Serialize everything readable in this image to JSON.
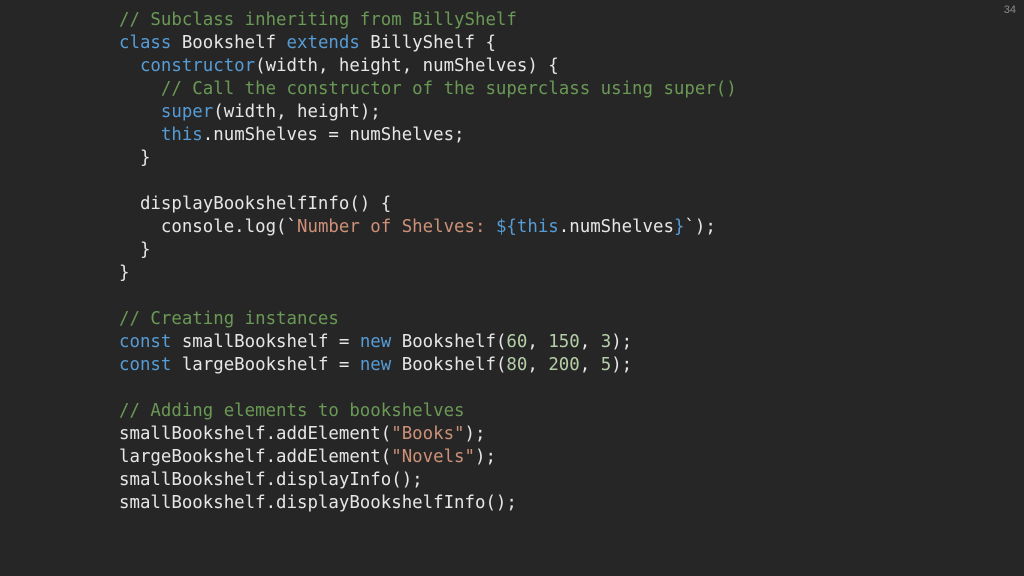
{
  "page_number": "34",
  "code_lines": [
    [
      {
        "t": "// Subclass inheriting from BillyShelf",
        "k": "c"
      }
    ],
    [
      {
        "t": "class",
        "k": "k"
      },
      {
        "t": " Bookshelf ",
        "k": "t"
      },
      {
        "t": "extends",
        "k": "k"
      },
      {
        "t": " BillyShelf {",
        "k": "t"
      }
    ],
    [
      {
        "t": "  ",
        "k": "t"
      },
      {
        "t": "constructor",
        "k": "k"
      },
      {
        "t": "(width, height, numShelves) {",
        "k": "t"
      }
    ],
    [
      {
        "t": "    ",
        "k": "t"
      },
      {
        "t": "// Call the constructor of the superclass using super()",
        "k": "c"
      }
    ],
    [
      {
        "t": "    ",
        "k": "t"
      },
      {
        "t": "super",
        "k": "k"
      },
      {
        "t": "(width, height);",
        "k": "t"
      }
    ],
    [
      {
        "t": "    ",
        "k": "t"
      },
      {
        "t": "this",
        "k": "k"
      },
      {
        "t": ".numShelves = numShelves;",
        "k": "t"
      }
    ],
    [
      {
        "t": "  }",
        "k": "t"
      }
    ],
    [
      {
        "t": "",
        "k": "t"
      }
    ],
    [
      {
        "t": "  displayBookshelfInfo() {",
        "k": "t"
      }
    ],
    [
      {
        "t": "    console.log(`",
        "k": "t"
      },
      {
        "t": "Number of Shelves: ",
        "k": "s"
      },
      {
        "t": "${",
        "k": "k"
      },
      {
        "t": "this",
        "k": "k"
      },
      {
        "t": ".numShelves",
        "k": "t"
      },
      {
        "t": "}",
        "k": "k"
      },
      {
        "t": "`);",
        "k": "t"
      }
    ],
    [
      {
        "t": "  }",
        "k": "t"
      }
    ],
    [
      {
        "t": "}",
        "k": "t"
      }
    ],
    [
      {
        "t": "",
        "k": "t"
      }
    ],
    [
      {
        "t": "// Creating instances",
        "k": "c"
      }
    ],
    [
      {
        "t": "const",
        "k": "k"
      },
      {
        "t": " smallBookshelf = ",
        "k": "t"
      },
      {
        "t": "new",
        "k": "k"
      },
      {
        "t": " Bookshelf(",
        "k": "t"
      },
      {
        "t": "60",
        "k": "n"
      },
      {
        "t": ", ",
        "k": "t"
      },
      {
        "t": "150",
        "k": "n"
      },
      {
        "t": ", ",
        "k": "t"
      },
      {
        "t": "3",
        "k": "n"
      },
      {
        "t": ");",
        "k": "t"
      }
    ],
    [
      {
        "t": "const",
        "k": "k"
      },
      {
        "t": " largeBookshelf = ",
        "k": "t"
      },
      {
        "t": "new",
        "k": "k"
      },
      {
        "t": " Bookshelf(",
        "k": "t"
      },
      {
        "t": "80",
        "k": "n"
      },
      {
        "t": ", ",
        "k": "t"
      },
      {
        "t": "200",
        "k": "n"
      },
      {
        "t": ", ",
        "k": "t"
      },
      {
        "t": "5",
        "k": "n"
      },
      {
        "t": ");",
        "k": "t"
      }
    ],
    [
      {
        "t": "",
        "k": "t"
      }
    ],
    [
      {
        "t": "// Adding elements to bookshelves",
        "k": "c"
      }
    ],
    [
      {
        "t": "smallBookshelf.addElement(",
        "k": "t"
      },
      {
        "t": "\"Books\"",
        "k": "s"
      },
      {
        "t": ");",
        "k": "t"
      }
    ],
    [
      {
        "t": "largeBookshelf.addElement(",
        "k": "t"
      },
      {
        "t": "\"Novels\"",
        "k": "s"
      },
      {
        "t": ");",
        "k": "t"
      }
    ],
    [
      {
        "t": "smallBookshelf.displayInfo();",
        "k": "t"
      }
    ],
    [
      {
        "t": "smallBookshelf.displayBookshelfInfo();",
        "k": "t"
      }
    ]
  ]
}
